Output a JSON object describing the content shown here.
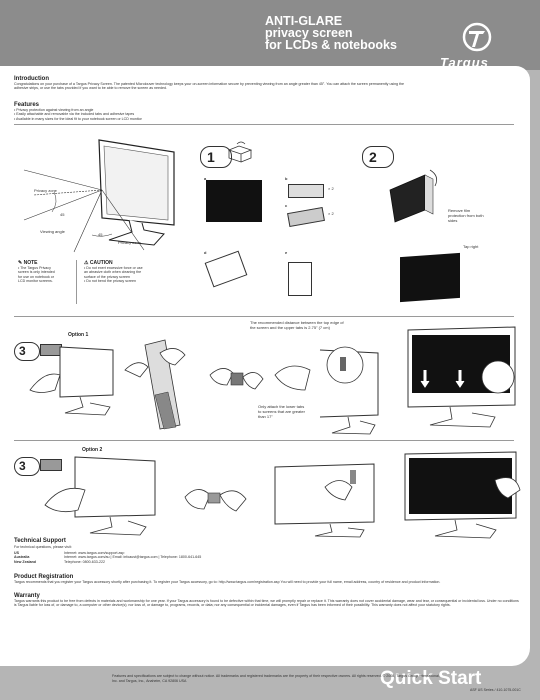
{
  "header": {
    "title_lines": [
      "ANTI-GLARE",
      "privacy screen",
      "for LCDs & notebooks"
    ],
    "brand": "Targus"
  },
  "intro": {
    "heading": "Introduction",
    "text": "Congratulations on your purchase of a Targus Privacy Screen. The patented Microlouver technology keeps your on-screen information secure by preventing viewing from an angle greater than 45°. You can attach the screen permanently using the adhesive strips, or use the tabs provided if you want to be able to remove the screen as needed."
  },
  "features": {
    "heading": "Features",
    "items": [
      "• Privacy protection against viewing from an angle",
      "• Easily attachable and removable via the included tabs and adhesive tapes",
      "• Available in many sizes for the ideal fit to your notebook screen or LCD monitor"
    ]
  },
  "diagram": {
    "privacy_zone": "Privacy zone",
    "viewing_angle": "Viewing angle",
    "angle_45a": "45",
    "angle_45b": "45",
    "privacy_zone2": "Privacy zone"
  },
  "note": {
    "heading": "NOTE",
    "lines": [
      "• The Targus Privacy",
      "screen is only intended",
      "for use on notebook or",
      "LCD monitor screens."
    ]
  },
  "caution": {
    "heading": "CAUTION",
    "lines": [
      "• Do not exert excessive force or use",
      "an abrasive cloth when cleaning the",
      "surface of the privacy screen",
      "• Do not bend the privacy screen"
    ]
  },
  "step1": {
    "number": "1",
    "sub_a": "a",
    "sub_b": "b",
    "sub_c": "c",
    "sub_d": "d",
    "sub_e": "e",
    "qty_tabs": "× 2",
    "qty_strips": "× 2"
  },
  "step2": {
    "number": "2",
    "remove_film": "Remove film protection from both sides",
    "tap_right": "Tap right"
  },
  "step3a": {
    "number": "3",
    "option": "Option 1",
    "distance_note": "The recommended distance between the top edge of the screen and the upper tabs is 2.75\" (7 cm)",
    "attach_note": "Only attach the lower tabs to screens that are greater than 17\""
  },
  "step3b": {
    "number": "3",
    "option": "Option 2"
  },
  "support": {
    "heading": "Technical Support",
    "sub": "For technical questions, please visit:",
    "rows": [
      {
        "region": "US",
        "info": "Internet: www.targus.com/support.asp"
      },
      {
        "region": "Australia",
        "info": "Internet: www.targus.com/au  |  Email: infoaust@targus.com  |  Telephone: 1800-641-645"
      },
      {
        "region": "New Zealand",
        "info": "Telephone: 0800-633-222"
      }
    ]
  },
  "registration": {
    "heading": "Product Registration",
    "text": "Targus recommends that you register your Targus accessory shortly after purchasing it. To register your Targus accessory, go to: http://www.targus.com/registration.asp You will need to provide your full name, email address, country of residence and product information."
  },
  "warranty": {
    "heading": "Warranty",
    "text": "Targus warrants this product to be free from defects in materials and workmanship for one year. If your Targus accessory is found to be defective within that time, we will promptly repair or replace it. This warranty does not cover accidental damage, wear and tear, or consequential or incidental loss. Under no conditions is Targus liable for loss of, or damage to, a computer or other device(s); nor loss of, or damage to, programs, records, or data; nor any consequential or incidental damages, even if Targus has been informed of their possibility. This warranty does not affect your statutory rights."
  },
  "footer": {
    "quick_start": "Quick Start",
    "legal": "Features and specifications are subject to change without notice. All trademarks and registered trademarks are the property of their respective owners. All rights reserved. © 2008, Targus Group International, Inc. and Targus, Inc., Anaheim, CA 92806 USA",
    "part_no": "ASF US Series / 410-1075-001C"
  }
}
